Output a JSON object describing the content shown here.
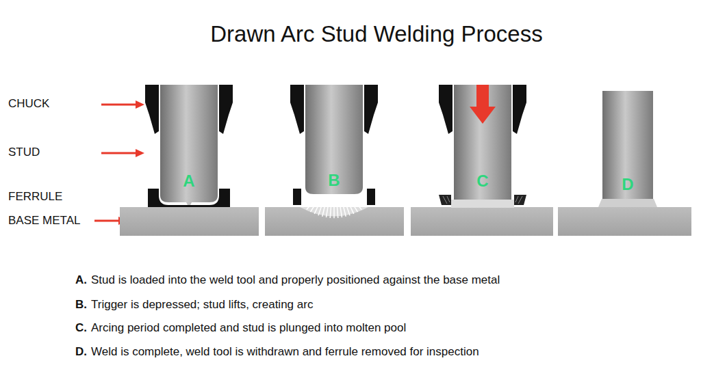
{
  "diagram": {
    "title": "Drawn Arc Stud Welding Process",
    "labels": [
      "CHUCK",
      "STUD",
      "FERRULE",
      "BASE METAL",
      "A",
      "B",
      "C",
      "D",
      "A.",
      "Stud is loaded into the weld tool and properly positioned against the base metal",
      "B.",
      "Trigger is depressed; stud lifts, creating arc",
      "C.",
      "Arcing period completed and stud is plunged into molten pool",
      "D.",
      "Weld is complete, weld tool is withdrawn and ferrule removed for inspection"
    ]
  }
}
